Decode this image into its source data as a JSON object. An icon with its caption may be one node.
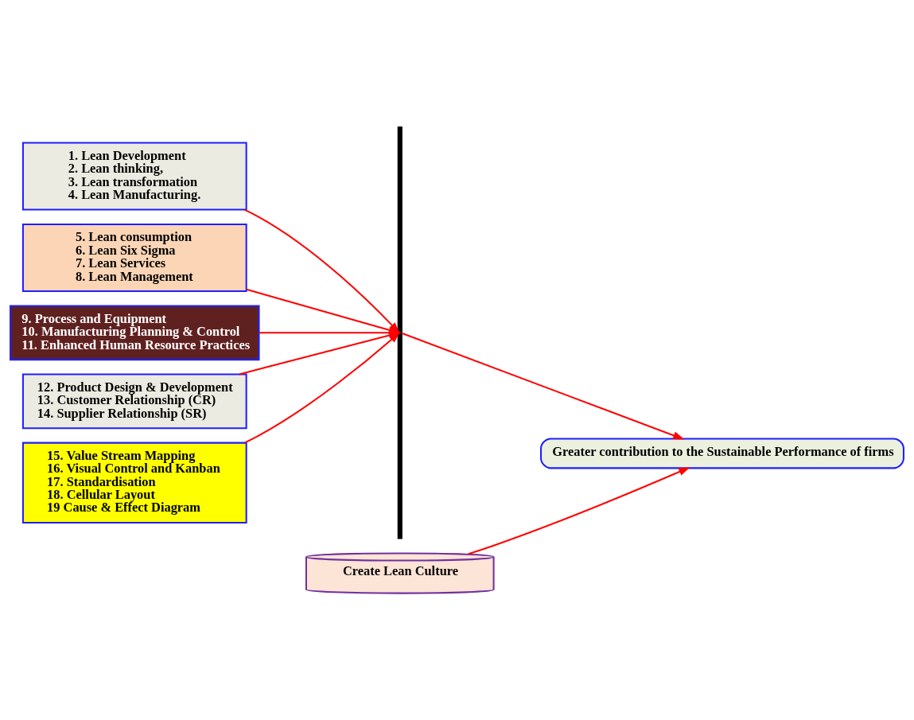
{
  "diagram": {
    "nodes": [
      {
        "text": [
          "1. Lean Development",
          "2. Lean thinking,",
          "3. Lean transformation",
          "4. Lean Manufacturing."
        ]
      },
      {
        "text": [
          "5. Lean consumption",
          "6. Lean Six Sigma",
          "7. Lean Services",
          "8. Lean Management"
        ]
      },
      {
        "text": [
          "9. Process and Equipment",
          "10. Manufacturing Planning & Control",
          "11. Enhanced Human Resource Practices"
        ]
      },
      {
        "text": [
          "12. Product Design & Development",
          "13. Customer Relationship (CR)",
          "14. Supplier Relationship (SR)"
        ]
      },
      {
        "text": [
          "15. Value Stream Mapping",
          "16. Visual Control and Kanban",
          "17. Standardisation",
          "18. Cellular Layout",
          "19 Cause & Effect Diagram"
        ]
      },
      {
        "text": [],
        "shape": "bar"
      },
      {
        "text": [
          "Create Lean Culture"
        ]
      },
      {
        "text": [
          "Greater contribution to the Sustainable Performance of firms"
        ]
      }
    ],
    "edges": [
      {
        "from": 0,
        "to": 5,
        "arrow": "to"
      },
      {
        "from": 1,
        "to": 5,
        "arrow": "to"
      },
      {
        "from": 2,
        "to": 5,
        "arrow": "to"
      },
      {
        "from": 3,
        "to": 5,
        "arrow": "to"
      },
      {
        "from": 4,
        "to": 5,
        "arrow": "to"
      },
      {
        "from": 5,
        "to": 7,
        "arrow": "to"
      },
      {
        "from": 6,
        "to": 7,
        "arrow": "to"
      }
    ]
  }
}
